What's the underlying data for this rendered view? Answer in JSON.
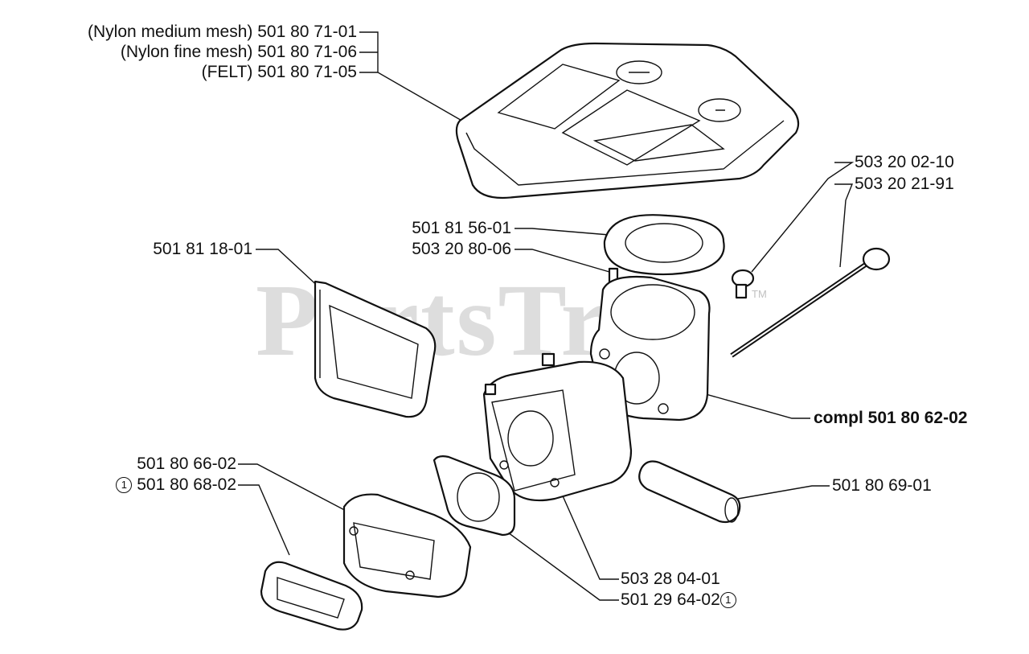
{
  "watermark": {
    "text": "PartsTree",
    "mark": "TM"
  },
  "labels": {
    "filter_nylon_medium": "(Nylon medium mesh) 501 80 71-01",
    "filter_nylon_fine": "(Nylon fine mesh) 501 80 71-06",
    "filter_felt": "(FELT) 501 80 71-05",
    "screw_short": "503 20 02-10",
    "screw_long": "503 20 21-91",
    "gasket_top": "501 81 56-01",
    "stud": "503 20 80-06",
    "bracket": "501 81 18-01",
    "assembly": "compl 501 80 62-02",
    "intake": "501 80 66-02",
    "intake_alt_marker": "1",
    "intake_alt": "501 80 68-02",
    "tube": "501 80 69-01",
    "carburetor": "503 28 04-01",
    "gasket_carb": "501 29 64-02",
    "gasket_carb_marker": "1"
  }
}
